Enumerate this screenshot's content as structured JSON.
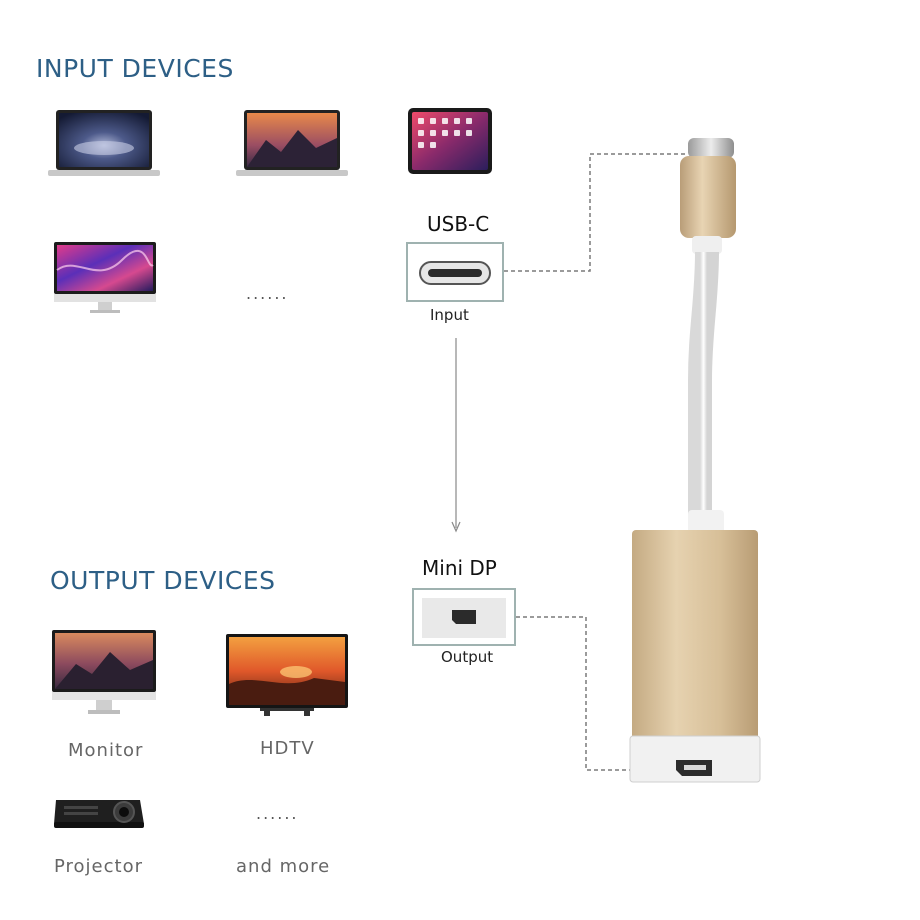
{
  "input_heading": "INPUT DEVICES",
  "output_heading": "OUTPUT DEVICES",
  "input_port": {
    "title": "USB-C",
    "caption": "Input"
  },
  "output_port": {
    "title": "Mini DP",
    "caption": "Output"
  },
  "input_more": "......",
  "output_devices": {
    "monitor": "Monitor",
    "hdtv": "HDTV",
    "projector": "Projector",
    "more_dots": "......",
    "more": "and more"
  },
  "colors": {
    "heading": "#2d5f86",
    "adapter_gold": "#d9c09a",
    "cable_white": "#f4f4f4",
    "port_box_border": "#9fb2b0"
  }
}
